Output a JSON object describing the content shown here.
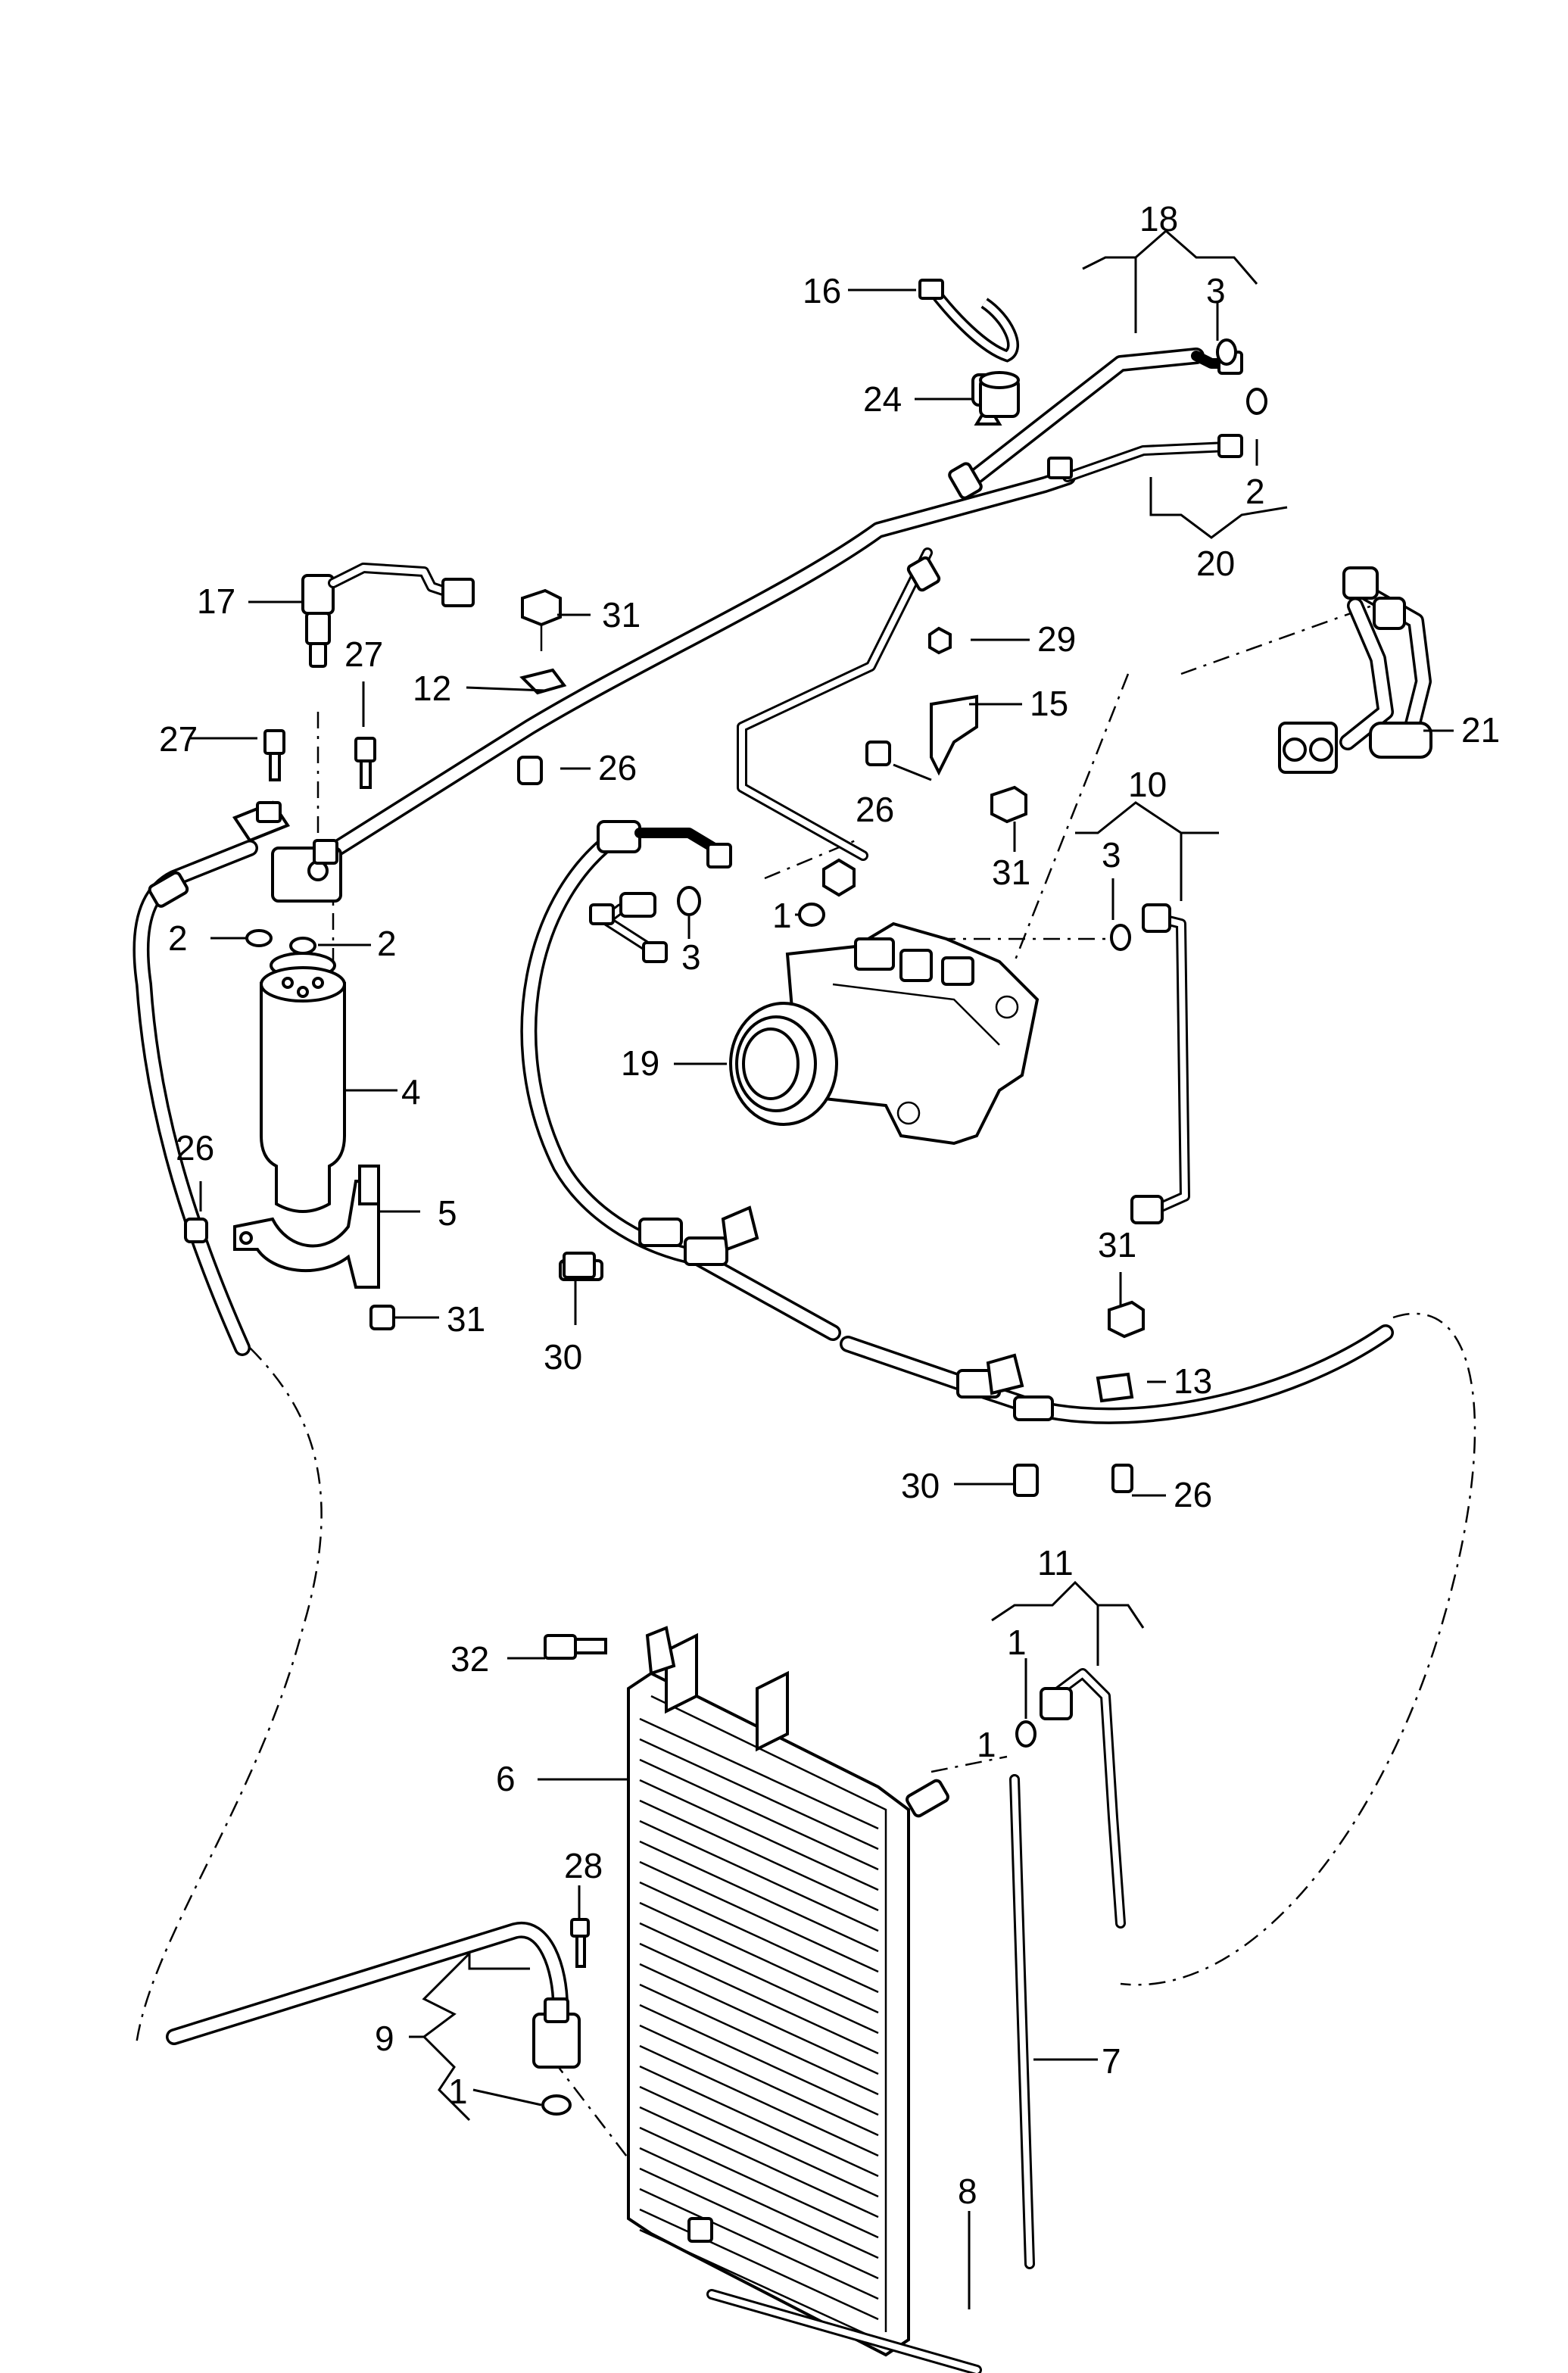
{
  "callouts": {
    "c1a": "1",
    "c1b": "1",
    "c1c": "1",
    "c1d": "1",
    "c2a": "2",
    "c2b": "2",
    "c2c": "2",
    "c3a": "3",
    "c3b": "3",
    "c3c": "3",
    "c4": "4",
    "c5": "5",
    "c6": "6",
    "c7": "7",
    "c8": "8",
    "c9": "9",
    "c10": "10",
    "c11": "11",
    "c12": "12",
    "c13": "13",
    "c15": "15",
    "c16": "16",
    "c17": "17",
    "c18": "18",
    "c19": "19",
    "c20": "20",
    "c21": "21",
    "c24": "24",
    "c26a": "26",
    "c26b": "26",
    "c26c": "26",
    "c26d": "26",
    "c27a": "27",
    "c27b": "27",
    "c28": "28",
    "c29": "29",
    "c30a": "30",
    "c30b": "30",
    "c31a": "31",
    "c31b": "31",
    "c31c": "31",
    "c31d": "31",
    "c32": "32"
  }
}
